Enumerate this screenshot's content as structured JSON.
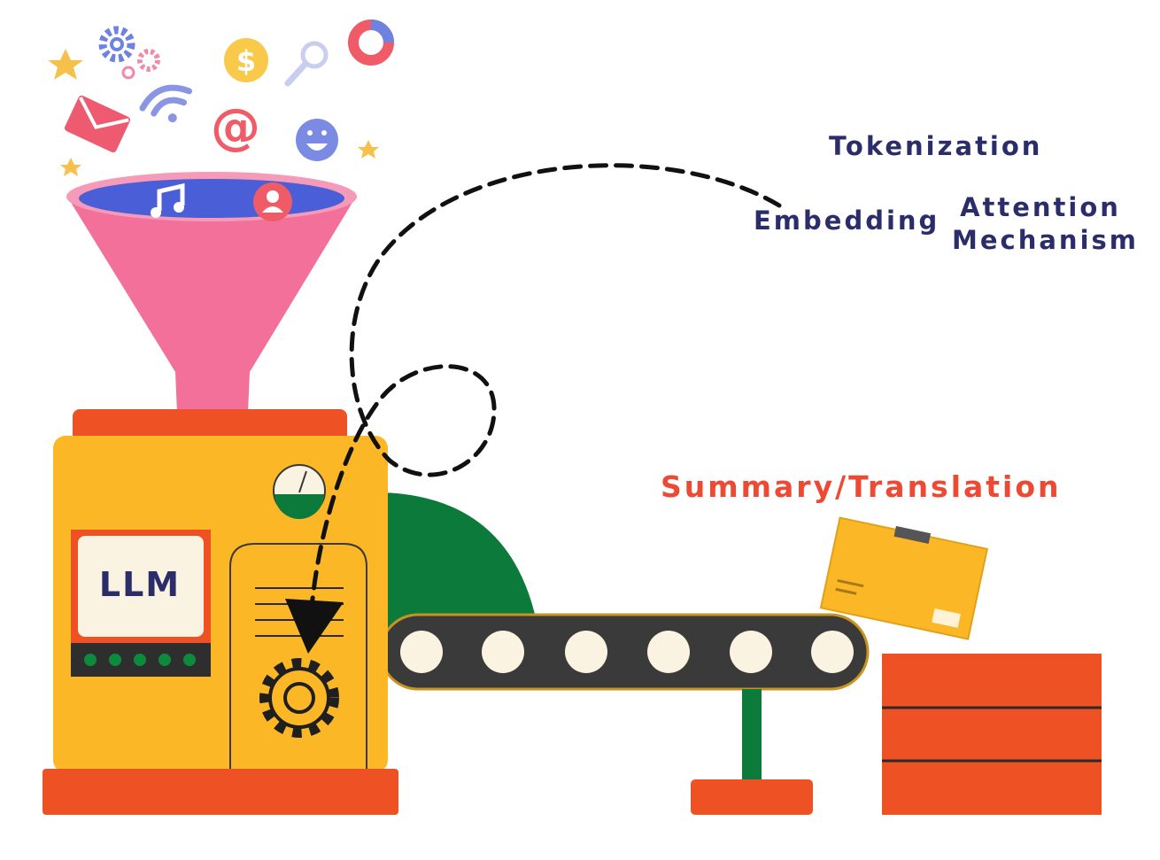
{
  "labels": {
    "tokenization": "Tokenization",
    "embedding": "Embedding",
    "attention": "Attention Mechanism",
    "summary": "Summary/Translation",
    "llm": "LLM"
  },
  "colors": {
    "navy": "#2b2d6b",
    "red": "#ee4a33",
    "machine_yellow": "#fbb726",
    "base_orange": "#ee5224",
    "funnel_pink": "#f2709a",
    "funnel_blue": "#4a5ed8",
    "belt_dark": "#3a3a3a",
    "cover_green": "#0b7a3a",
    "roller_cream": "#fbf3e2"
  },
  "icons": [
    "star-icon",
    "gear-icon",
    "mail-icon",
    "wifi-icon",
    "dollar-icon",
    "at-sign-icon",
    "search-icon",
    "donut-chart-icon",
    "smiley-icon",
    "music-note-icon",
    "user-icon",
    "package-box-icon"
  ]
}
